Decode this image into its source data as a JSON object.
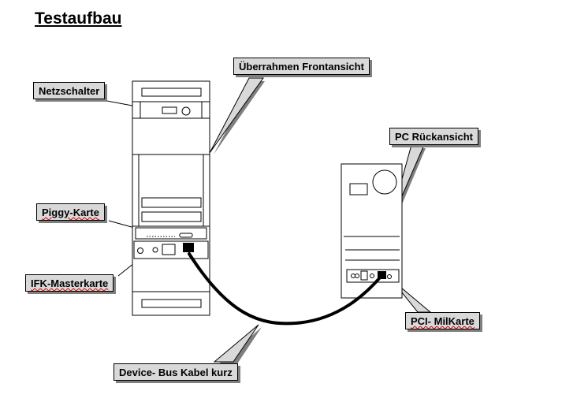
{
  "title": "Testaufbau",
  "labels": {
    "netzschalter": "Netzschalter",
    "frontansicht": "Überrahmen Frontansicht",
    "pc_rueckansicht": "PC Rückansicht",
    "piggy": "Piggy-Karte",
    "ifk": "IFK-Masterkarte",
    "pci": "PCI- MilKarte",
    "cable": "Device- Bus Kabel kurz"
  },
  "colors": {
    "callout_fill": "#d9d9d9",
    "callout_shadow": "#7f7f7f",
    "cable": "#000000",
    "spellcheck": "#d40000"
  }
}
